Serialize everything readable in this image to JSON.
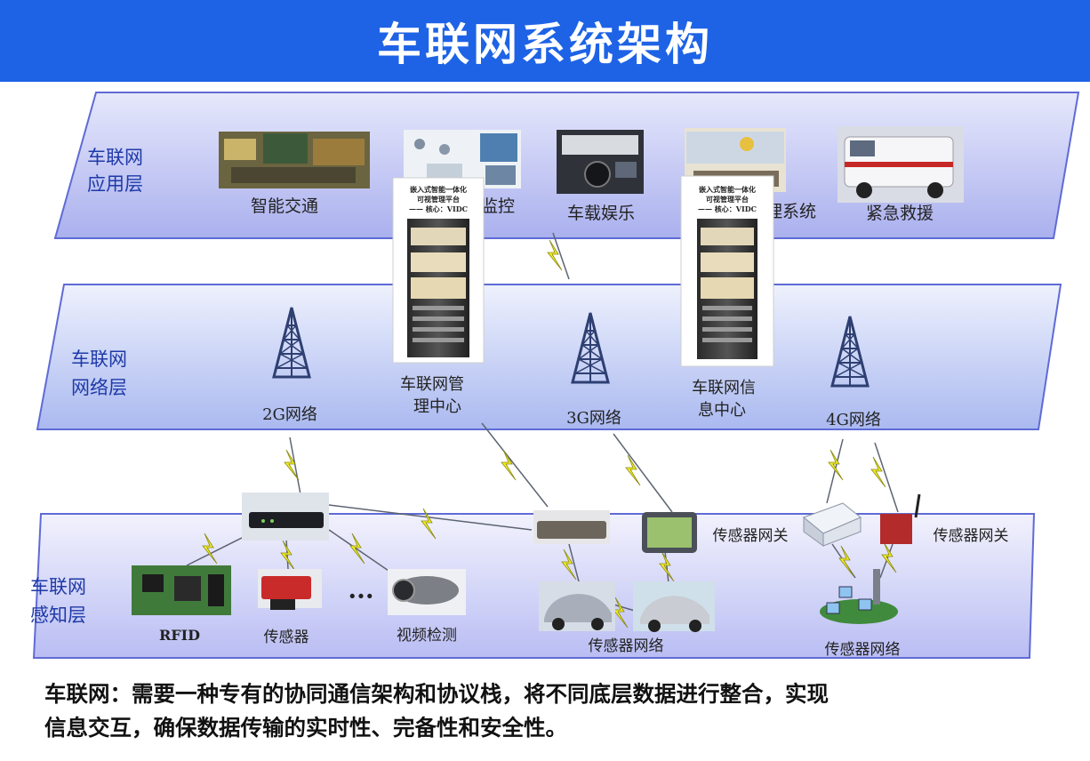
{
  "title": "车联网系统架构",
  "layers": {
    "application": {
      "line1": "车联网",
      "line2": "应用层"
    },
    "network": {
      "line1": "车联网",
      "line2": "网络层"
    },
    "perception": {
      "line1": "车联网",
      "line2": "感知层"
    }
  },
  "apps": {
    "traffic": "智能交通",
    "monitor": "监控",
    "entertainment": "车载娱乐",
    "management": "管理系统",
    "rescue": "紧急救援"
  },
  "racks": {
    "left": {
      "line1": "嵌入式智能一体化",
      "line2": "可视管理平台",
      "line3": "—— 核心：VIDC"
    },
    "right": {
      "line1": "嵌入式智能一体化",
      "line2": "可视管理平台",
      "line3": "—— 核心：VIDC"
    }
  },
  "network_nodes": {
    "g2": "2G网络",
    "g3": "3G网络",
    "g4": "4G网络",
    "mgmt_center": {
      "line1": "车联网管",
      "line2": "理中心"
    },
    "info_center": {
      "line1": "车联网信",
      "line2": "息中心"
    }
  },
  "perception_items": {
    "rfid": "RFID",
    "sensor": "传感器",
    "dots": "···",
    "video": "视频检测",
    "sensor_net_1": "传感器网络",
    "gateway_1": "传感器网关",
    "gateway_2": "传感器网关",
    "sensor_net_2": "传感器网络"
  },
  "caption": {
    "line1": "车联网：需要一种专有的协同通信架构和协议栈，将不同底层数据进行整合，实现",
    "line2": "信息交互，确保数据传输的实时性、完备性和安全性。"
  },
  "colors": {
    "header": "#1e63e6",
    "layer_fill": "#c8ccf4",
    "lightning": "#f2ee2a"
  }
}
